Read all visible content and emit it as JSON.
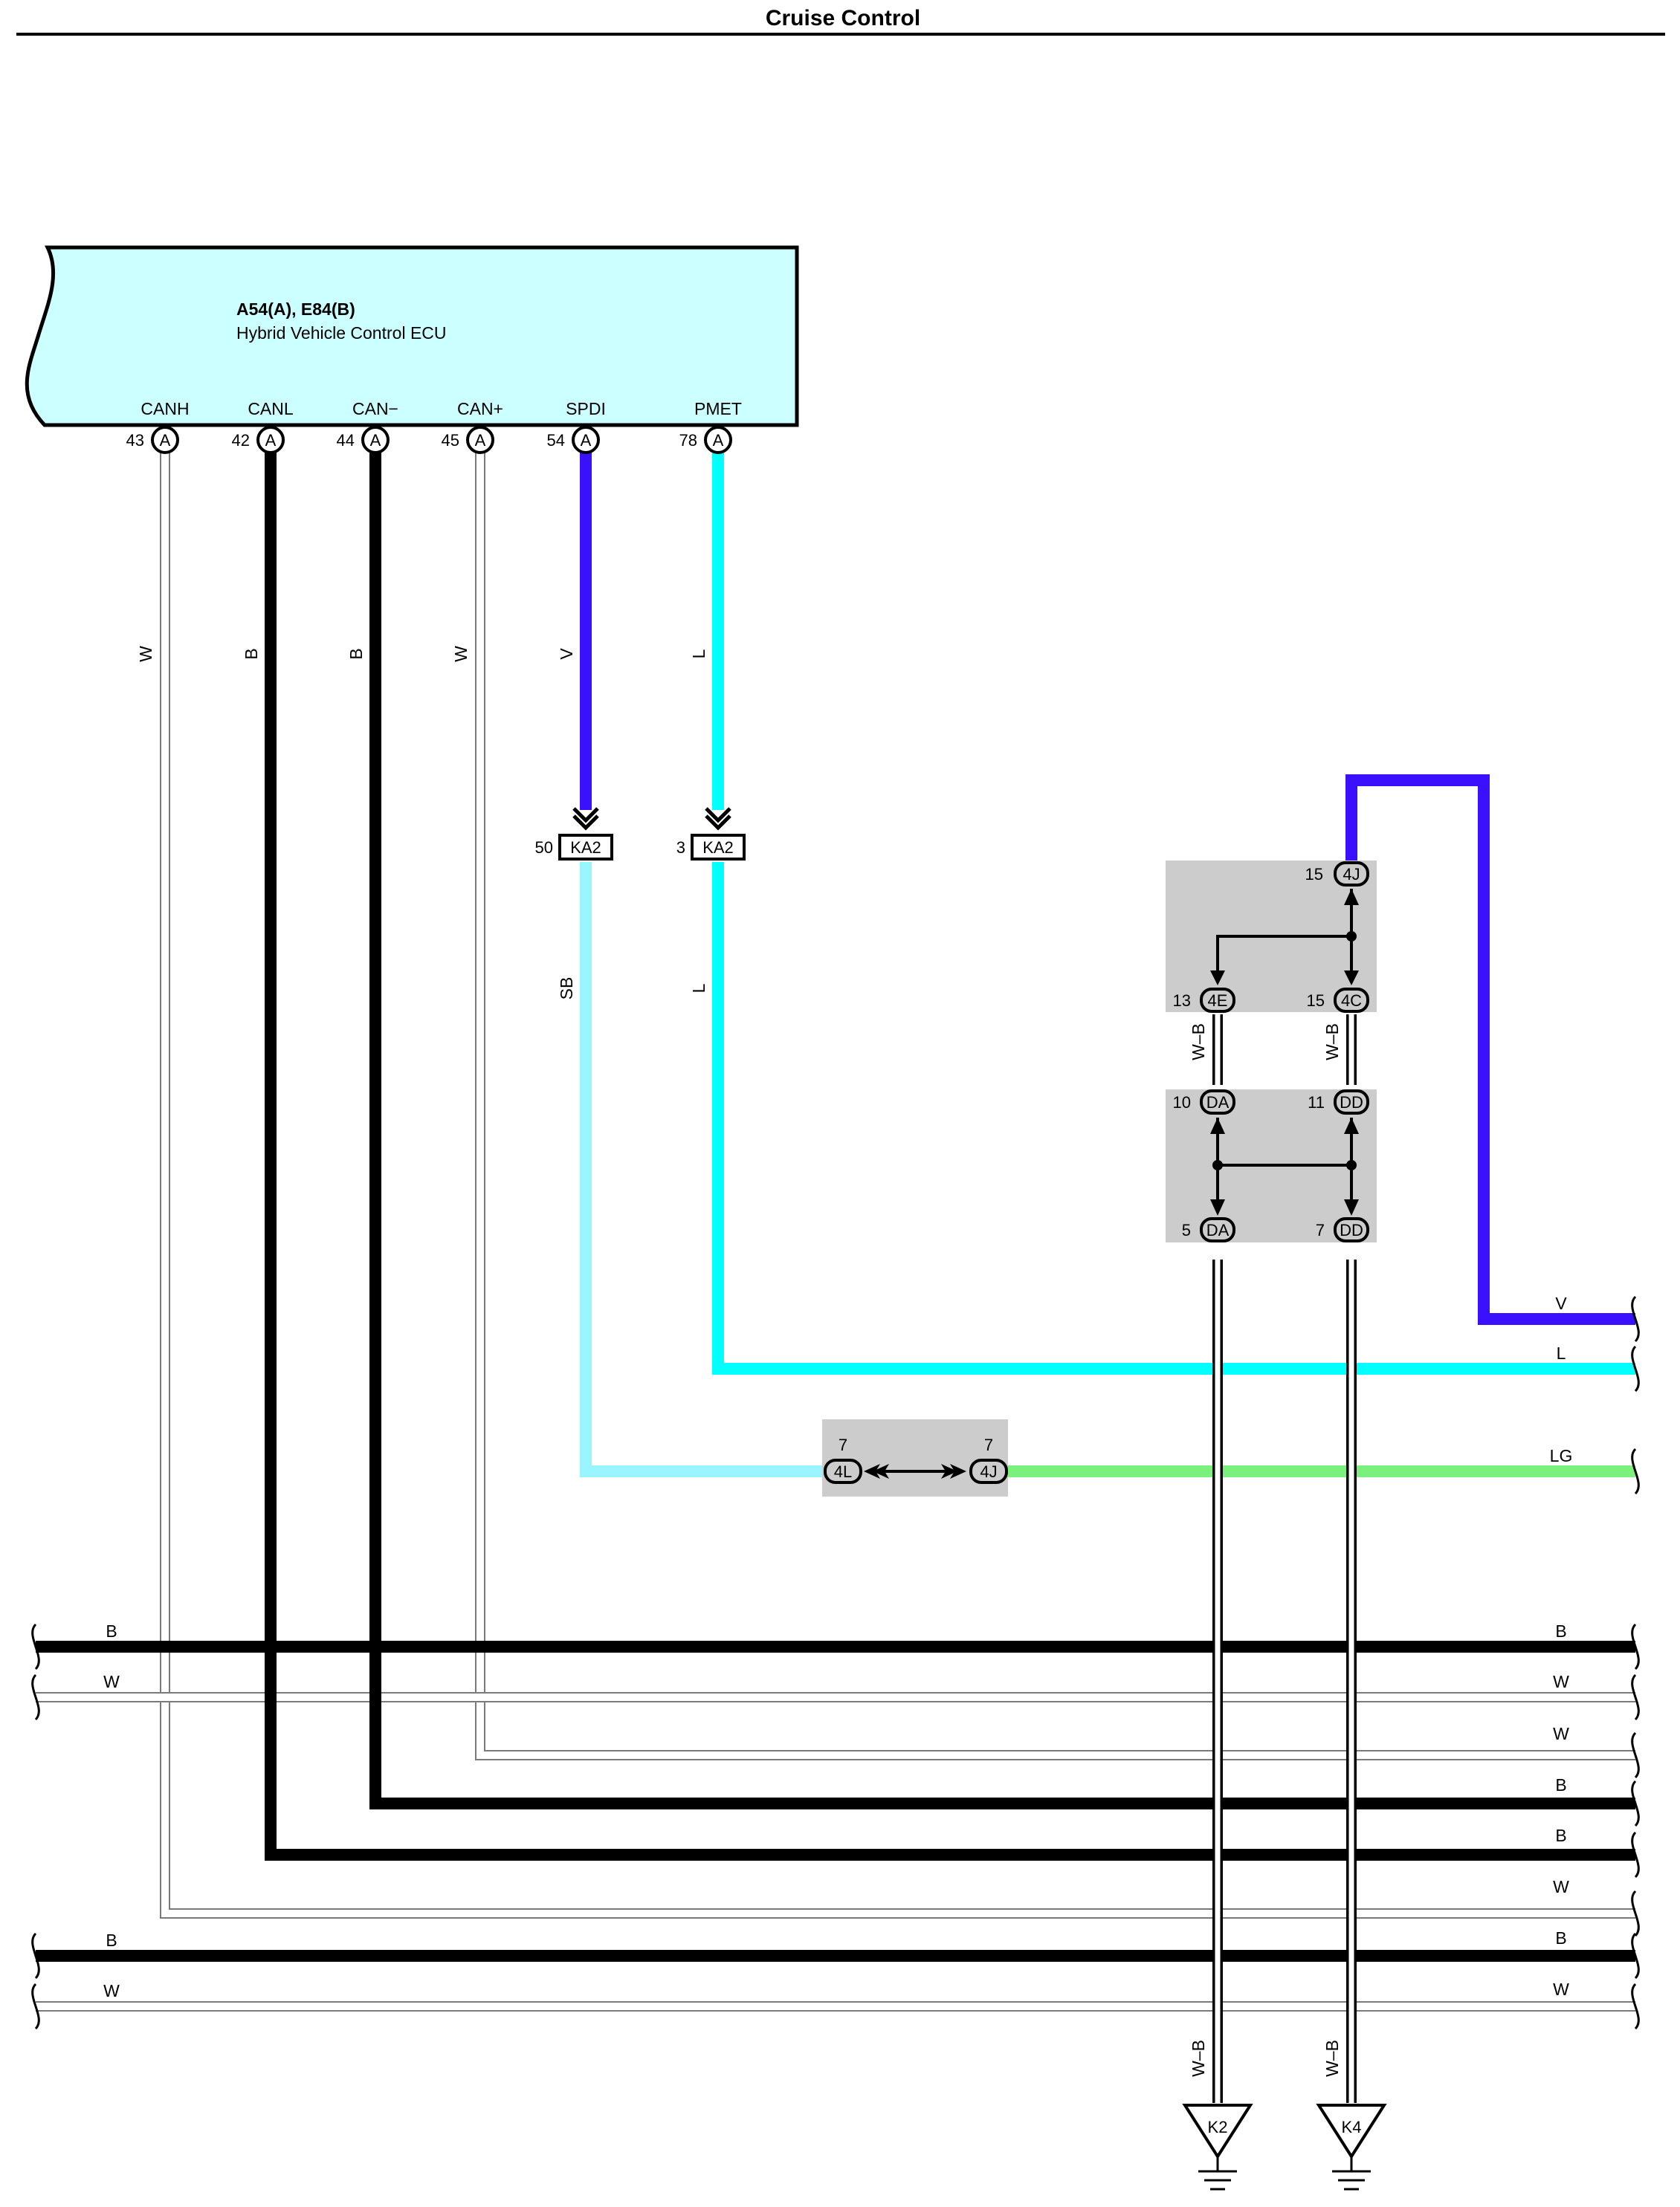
{
  "title": "Cruise Control",
  "ecu": {
    "code": "A54(A), E84(B)",
    "name": "Hybrid Vehicle Control ECU",
    "terminals": [
      {
        "name": "CANH",
        "pin": "43",
        "connector": "A",
        "wire": "W",
        "color": "#ffffff"
      },
      {
        "name": "CANL",
        "pin": "42",
        "connector": "A",
        "wire": "B",
        "color": "#000000"
      },
      {
        "name": "CAN−",
        "pin": "44",
        "connector": "A",
        "wire": "B",
        "color": "#000000"
      },
      {
        "name": "CAN+",
        "pin": "45",
        "connector": "A",
        "wire": "W",
        "color": "#ffffff"
      },
      {
        "name": "SPDI",
        "pin": "54",
        "connector": "A",
        "wire": "V",
        "color": "#3b0fff"
      },
      {
        "name": "PMET",
        "pin": "78",
        "connector": "A",
        "wire": "L",
        "color": "#00ffff"
      }
    ]
  },
  "ka2": [
    {
      "pin": "50",
      "label": "KA2",
      "wire_after": "SB"
    },
    {
      "pin": "3",
      "label": "KA2",
      "wire_after": "L"
    }
  ],
  "junction_top": [
    {
      "pin": "15",
      "label": "4J"
    },
    {
      "pin": "13",
      "label": "4E"
    },
    {
      "pin": "15",
      "label": "4C"
    }
  ],
  "junction_mid": [
    {
      "pin": "10",
      "label": "DA"
    },
    {
      "pin": "11",
      "label": "DD"
    },
    {
      "pin": "5",
      "label": "DA"
    },
    {
      "pin": "7",
      "label": "DD"
    }
  ],
  "junction_low": [
    {
      "pin": "7",
      "label": "4L"
    },
    {
      "pin": "7",
      "label": "4J"
    }
  ],
  "wire_colors": {
    "W": "#ffffff",
    "B": "#000000",
    "V": "#3b0fff",
    "L": "#00ffff",
    "SB": "#99f5ff",
    "LG": "#7cf07c",
    "W-B": "#ffffff"
  },
  "right_labels": [
    "V",
    "L",
    "LG",
    "B",
    "W",
    "W",
    "B",
    "B",
    "W",
    "B",
    "W"
  ],
  "left_labels": [
    "B",
    "W",
    "B",
    "W"
  ],
  "wb_labels": [
    "W–B",
    "W–B",
    "W–B",
    "W–B"
  ],
  "grounds": [
    "K2",
    "K4"
  ]
}
